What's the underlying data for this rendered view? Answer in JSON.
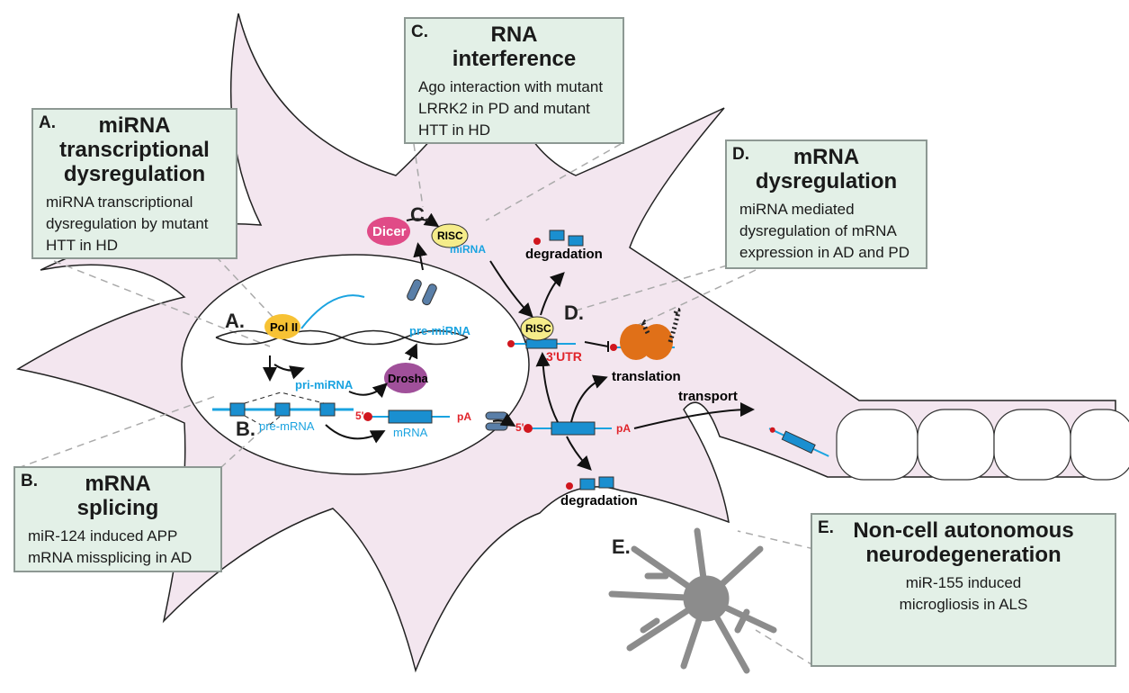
{
  "boxes": {
    "a": {
      "letter": "A.",
      "title": "miRNA transcriptional dysregulation",
      "text": "miRNA transcriptional dysregulation by mutant HTT in HD"
    },
    "b": {
      "letter": "B.",
      "title": "mRNA splicing",
      "text": "miR-124 induced APP mRNA missplicing in AD"
    },
    "c": {
      "letter": "C.",
      "title": "RNA interference",
      "text": "Ago interaction with mutant LRRK2 in PD and mutant HTT in HD"
    },
    "d": {
      "letter": "D.",
      "title": "mRNA dysregulation",
      "text": "miRNA mediated dysregulation of mRNA expression in AD and PD"
    },
    "e": {
      "letter": "E.",
      "title": "Non-cell autonomous neurodegeneration",
      "text": "miR-155 induced microgliosis in ALS"
    }
  },
  "markers": {
    "a": "A.",
    "b": "B.",
    "c": "C.",
    "d": "D.",
    "e": "E."
  },
  "labels": {
    "pol2": "Pol II",
    "pre_mirna": "pre-miRNA",
    "pri_mirna": "pri-miRNA",
    "drosha": "Drosha",
    "pre_mrna": "pre-mRNA",
    "mrna": "mRNA",
    "five_prime": "5'",
    "poly_a": "pA",
    "dicer": "Dicer",
    "risc": "RISC",
    "mirna": "miRNA",
    "degradation": "degradation",
    "utr": "3'UTR",
    "translation": "translation",
    "transport": "transport"
  },
  "colors": {
    "cell": "#f3e6ef",
    "box": "#e3f0e7",
    "rna": "#1aa3e0",
    "exon": "#1a8fd0",
    "cap": "#d0161e",
    "ribosome": "#e07018",
    "microglia": "#8c8c8c"
  }
}
